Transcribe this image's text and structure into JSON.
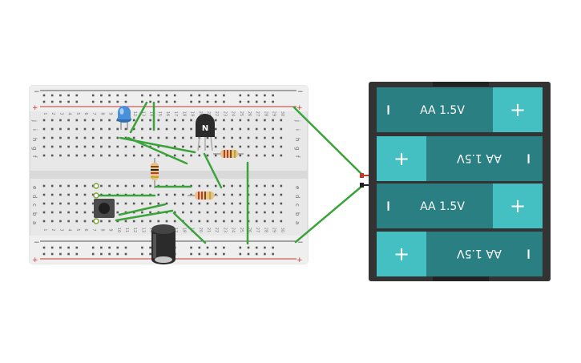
{
  "breadboard": {
    "rail_minus": "−",
    "rail_plus": "+",
    "row_letters_top": [
      "j",
      "i",
      "h",
      "g",
      "f"
    ],
    "row_letters_bottom": [
      "e",
      "d",
      "c",
      "b",
      "a"
    ],
    "columns": 30
  },
  "transistor": {
    "label": "N"
  },
  "battery_pack": {
    "cells": [
      {
        "text": "AA 1.5V",
        "minus": "−",
        "plus": "+",
        "flipped": false
      },
      {
        "text": "AA 1.5V",
        "minus": "−",
        "plus": "+",
        "flipped": true
      },
      {
        "text": "AA 1.5V",
        "minus": "−",
        "plus": "+",
        "flipped": false
      },
      {
        "text": "AA 1.5V",
        "minus": "−",
        "plus": "+",
        "flipped": true
      }
    ]
  },
  "colors": {
    "wire": "#3aa33a",
    "battery_cell": "#2a7f83",
    "battery_cap": "#45c0c2",
    "battery_case": "#333333",
    "rail_red": "#c0392b",
    "led_blue": "#4a90d9"
  }
}
